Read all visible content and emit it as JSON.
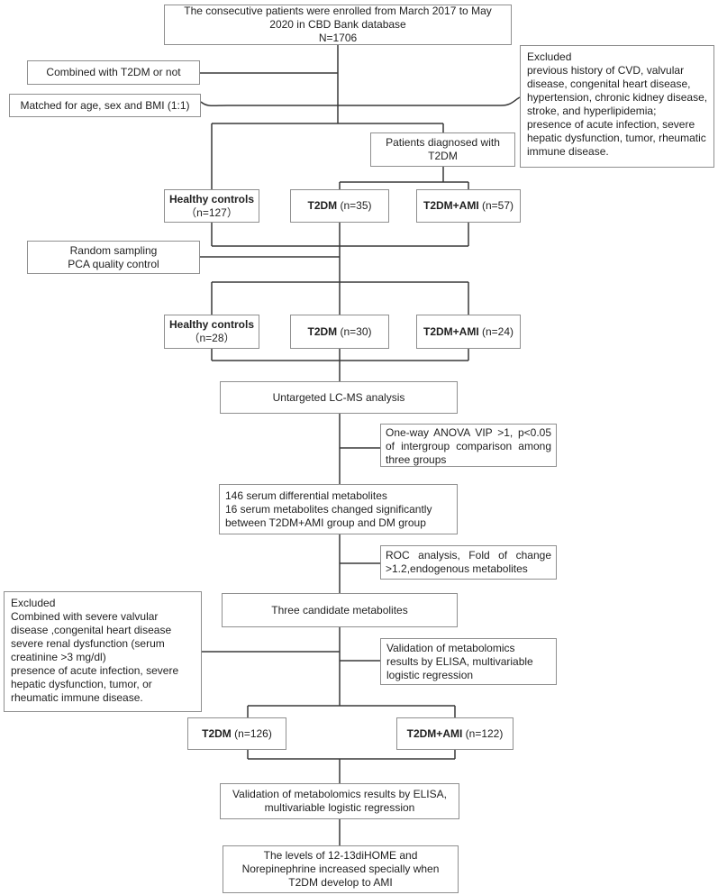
{
  "title": "Patient enrollment and metabolomics analysis flowchart",
  "colors": {
    "background": "#ffffff",
    "line": "#383838",
    "box_border": "#8f8f8f",
    "text": "#1f1f1f"
  },
  "boxes": {
    "enroll": {
      "lines": [
        "The consecutive patients were enrolled from March 2017 to May",
        "2020 in CBD Bank database",
        "N=1706"
      ]
    },
    "combined": {
      "text": "Combined with T2DM or not"
    },
    "matched": {
      "text": "Matched for age, sex and BMI (1:1)"
    },
    "excluded_top": {
      "lines": [
        "Excluded",
        "previous history of CVD, valvular",
        "disease, congenital heart disease,",
        "hypertension, chronic kidney disease,",
        "stroke, and hyperlipidemia;",
        "presence of acute infection, severe",
        "hepatic dysfunction, tumor, rheumatic",
        "immune disease."
      ]
    },
    "patients": {
      "lines": [
        "Patients diagnosed with",
        "T2DM"
      ]
    },
    "healthy1": {
      "bold": "Healthy controls",
      "sub": "（n=127）"
    },
    "t2dm1": {
      "bold": "T2DM",
      "rest": " (n=35)"
    },
    "ami1": {
      "bold": "T2DM+AMI",
      "rest": " (n=57)"
    },
    "random": {
      "lines": [
        "Random sampling",
        "PCA quality control"
      ]
    },
    "healthy2": {
      "bold": "Healthy controls",
      "sub": "（n=28）"
    },
    "t2dm2": {
      "bold": "T2DM",
      "rest": " (n=30)"
    },
    "ami2": {
      "bold": "T2DM+AMI",
      "rest": " (n=24)"
    },
    "lcms": {
      "text": "Untargeted LC-MS analysis"
    },
    "anova": {
      "lines": [
        "One-way ANOVA VIP >1, p<0.05",
        "of intergroup comparison among",
        "three groups"
      ]
    },
    "metabolites": {
      "lines": [
        "146 serum differential metabolites",
        "16 serum metabolites changed significantly",
        "between T2DM+AMI group and DM group"
      ]
    },
    "roc": {
      "lines": [
        "ROC analysis, Fold of change",
        ">1.2,endogenous metabolites"
      ]
    },
    "excluded_bottom": {
      "lines": [
        "Excluded",
        "Combined with severe valvular",
        "disease ,congenital heart disease",
        "severe renal dysfunction (serum",
        "creatinine >3 mg/dl)",
        "presence of acute infection, severe",
        "hepatic dysfunction, tumor, or",
        "rheumatic immune disease."
      ]
    },
    "candidate": {
      "text": "Three candidate metabolites"
    },
    "validation_side": {
      "lines": [
        "Validation of metabolomics",
        "results by ELISA, multivariable",
        "logistic regression"
      ]
    },
    "t2dm126": {
      "bold": "T2DM",
      "rest": " (n=126)"
    },
    "ami122": {
      "bold": "T2DM+AMI",
      "rest": " (n=122)"
    },
    "validation_bottom": {
      "lines": [
        "Validation of metabolomics results by ELISA,",
        "multivariable logistic regression"
      ]
    },
    "conclusion": {
      "lines": [
        "The levels of 12-13diHOME and",
        "Norepinephrine increased specially when",
        "T2DM develop to AMI"
      ]
    }
  }
}
